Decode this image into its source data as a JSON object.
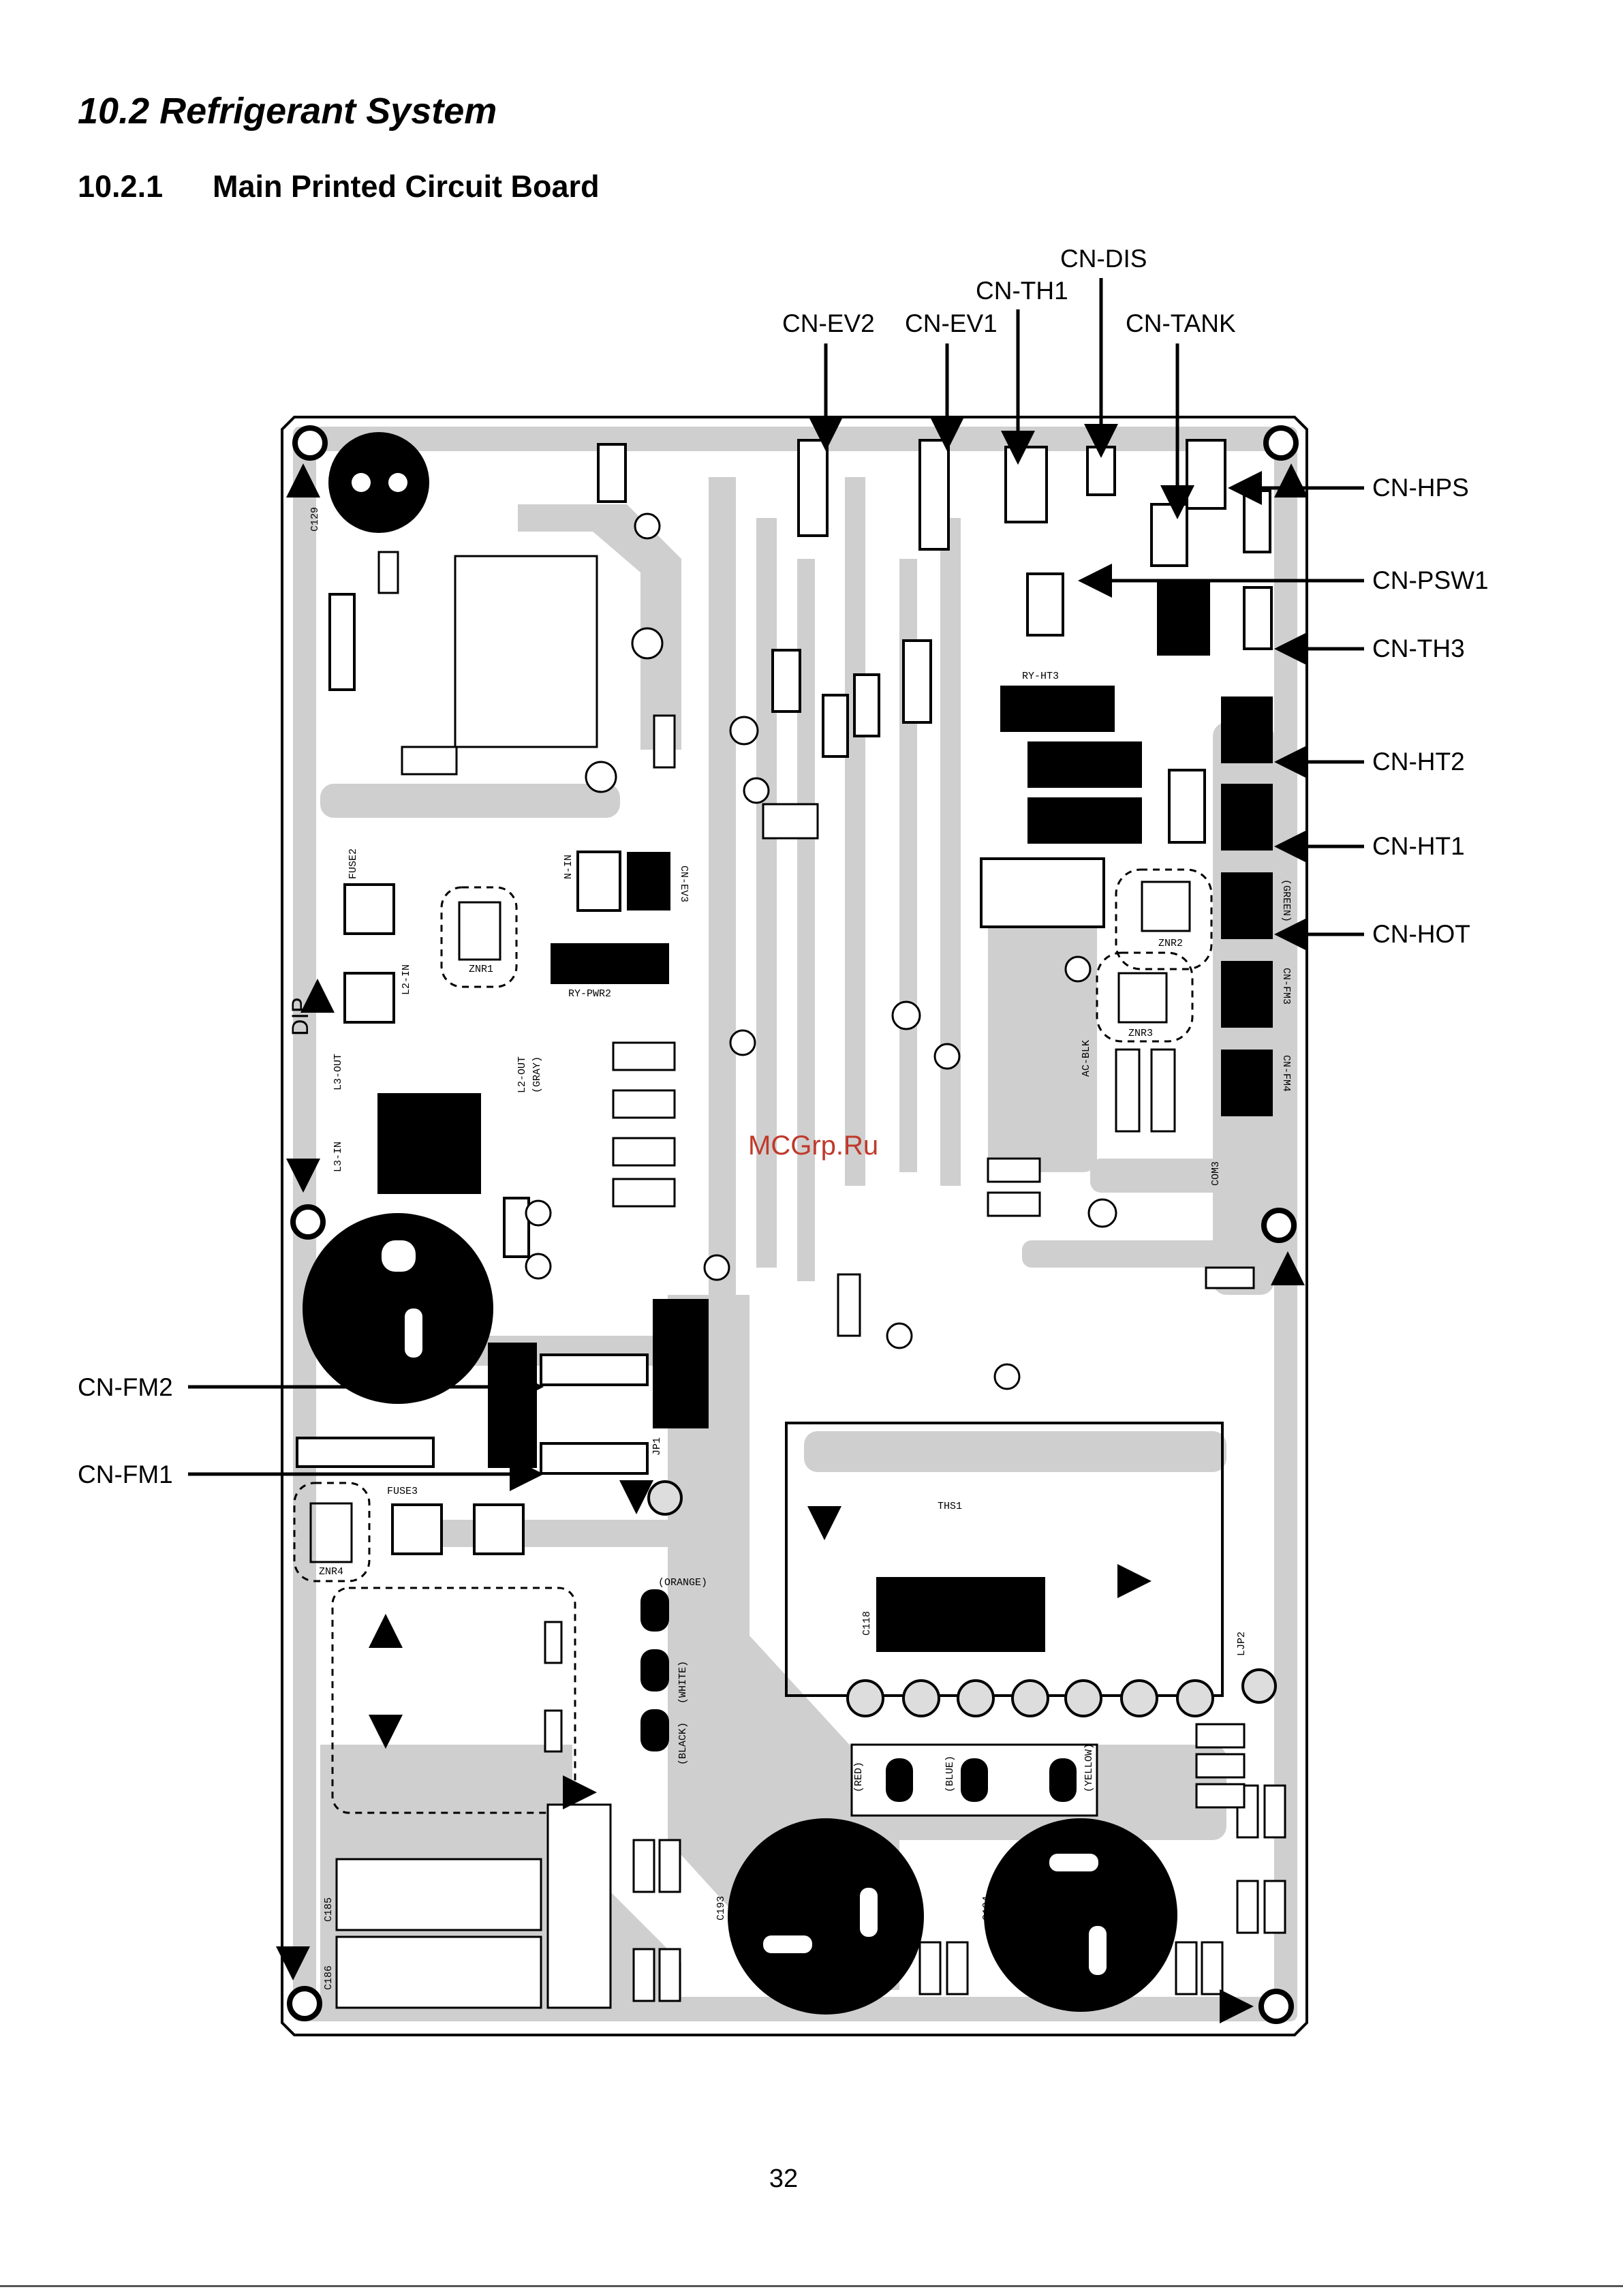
{
  "section": {
    "title": "10.2 Refrigerant System"
  },
  "subsection": {
    "number": "10.2.1",
    "title": "Main Printed Circuit Board"
  },
  "board": {
    "callouts": {
      "cn_ev2": "CN-EV2",
      "cn_ev1": "CN-EV1",
      "cn_th1": "CN-TH1",
      "cn_dis": "CN-DIS",
      "cn_tank": "CN-TANK",
      "cn_hps": "CN-HPS",
      "cn_psw1": "CN-PSW1",
      "cn_th3": "CN-TH3",
      "cn_ht2": "CN-HT2",
      "cn_ht1": "CN-HT1",
      "cn_hot": "CN-HOT",
      "cn_fm2": "CN-FM2",
      "cn_fm1": "CN-FM1"
    },
    "silkscreen": {
      "c129": "C129",
      "dip": "DIP",
      "c193": "C193",
      "c194": "C194",
      "c185": "C185",
      "c186": "C186",
      "c118": "C118",
      "znr1": "ZNR1",
      "znr2": "ZNR2",
      "znr3": "ZNR3",
      "znr4": "ZNR4",
      "ry_pwr2": "RY-PWR2",
      "ry_ht3": "RY-HT3",
      "cn_fm3": "CN-FM3",
      "cn_fm4": "CN-FM4",
      "com3": "COM3",
      "fuse2": "FUSE2",
      "fuse3": "FUSE3",
      "cn_ev3": "CN-EV3",
      "ac_blk": "AC-BLK",
      "l3_out": "L3-OUT",
      "l2_out": "L2-OUT",
      "l3_in": "L3-IN",
      "l2_in": "L2-IN",
      "n_in": "N-IN",
      "jp1": "JP1",
      "ths1": "THS1",
      "ljp2": "LJP2",
      "red": "(RED)",
      "blue": "(BLUE)",
      "yellow": "(YELLOW)",
      "white": "(WHITE)",
      "black": "(BLACK)",
      "orange": "(ORANGE)",
      "green": "(GREEN)",
      "gray": "(GRAY)"
    },
    "watermark": "MCGrp.Ru"
  },
  "page": {
    "number": "32"
  }
}
